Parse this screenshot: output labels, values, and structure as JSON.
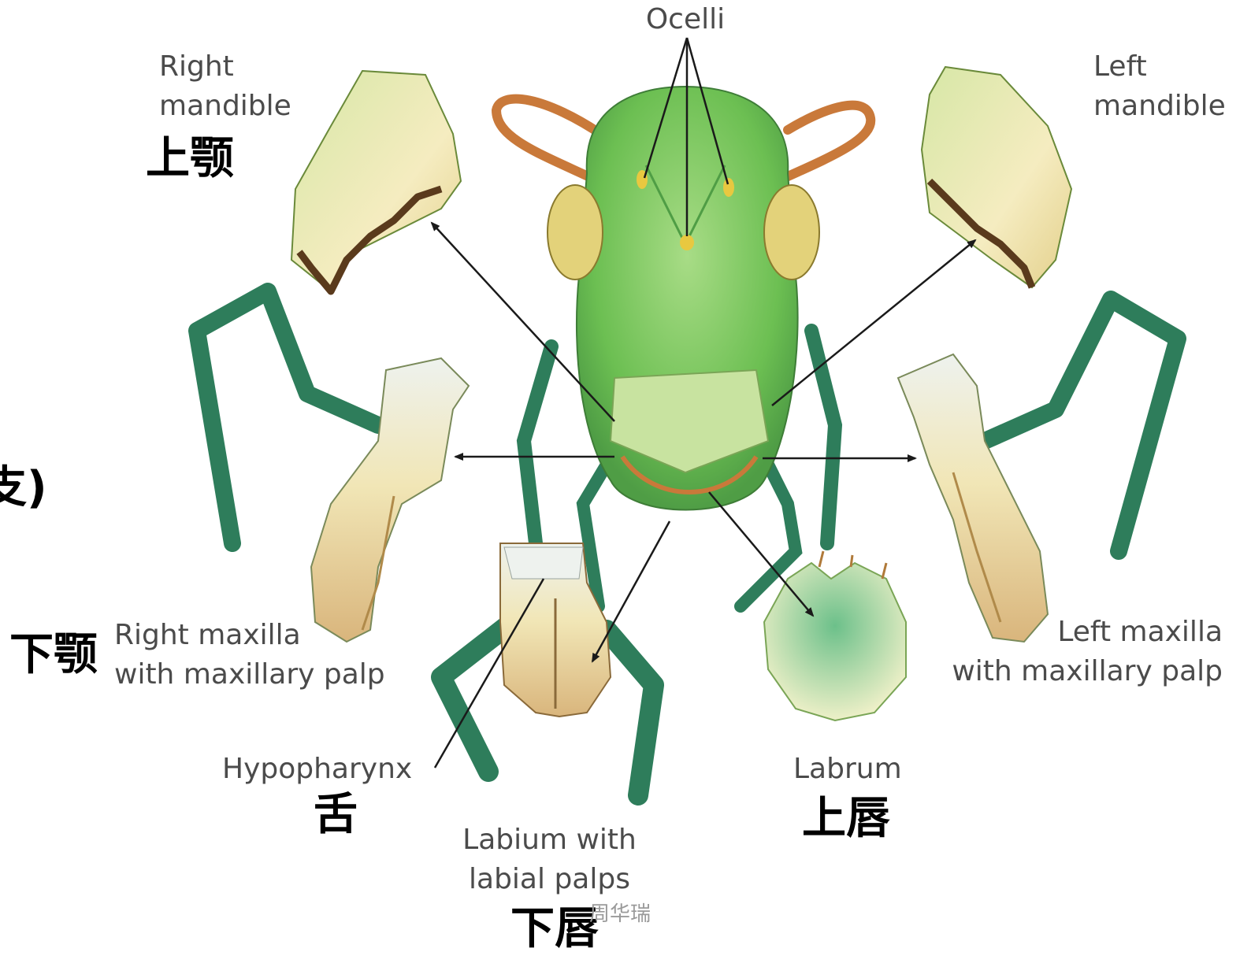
{
  "labels": {
    "ocelli": "Ocelli",
    "right_mandible": [
      "Right",
      "mandible"
    ],
    "left_mandible": [
      "Left",
      "mandible"
    ],
    "right_maxilla": [
      "Right maxilla",
      "with maxillary palp"
    ],
    "left_maxilla": [
      "Left maxilla",
      "with maxillary palp"
    ],
    "hypopharynx": "Hypopharynx",
    "labrum": "Labrum",
    "labium": [
      "Labium with",
      "labial palps"
    ]
  },
  "chinese_labels": {
    "mandible": "上颚",
    "maxilla": "下颚",
    "hypopharynx": "舌",
    "labrum": "上唇",
    "labium": "下唇",
    "cropped_fragment": "支)"
  },
  "watermark": "周华瑞",
  "colors": {
    "label_text": "#4b4b4b",
    "chinese_text": "#000000",
    "head_green": "#7cc85a",
    "leg_green": "#2e7d5b",
    "mandible_cream": "#efe6b4",
    "tooth_brown": "#5a3a1c",
    "antenna_orange": "#c9793a",
    "arrow": "#1a1a1a"
  }
}
